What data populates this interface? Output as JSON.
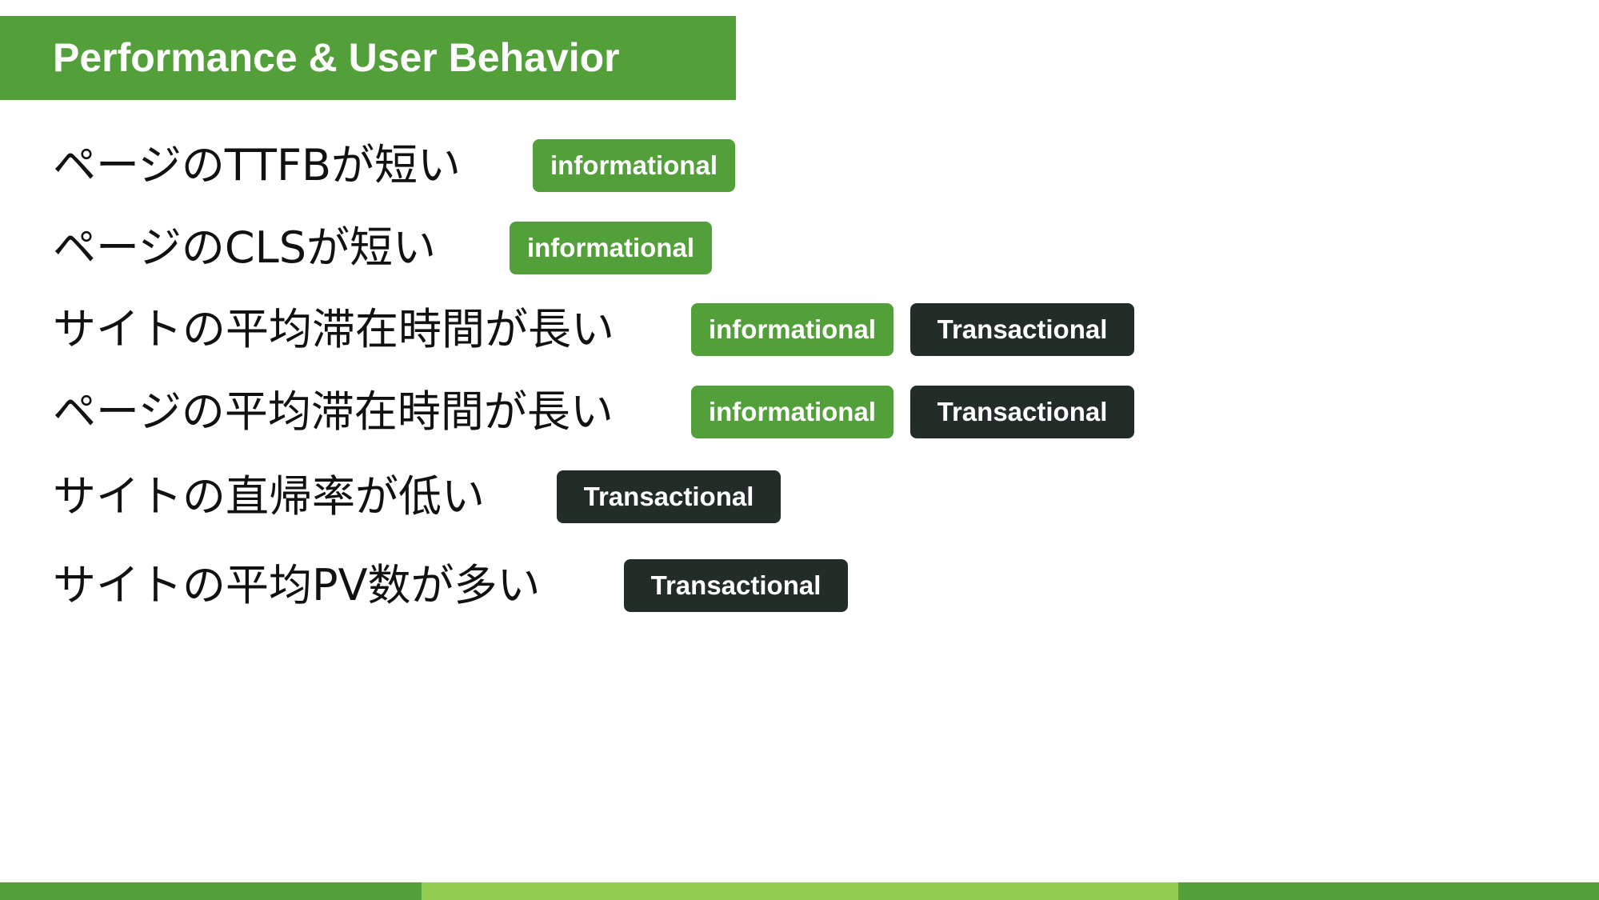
{
  "title": "Performance & User Behavior",
  "colors": {
    "green": "#539f3a",
    "light_green": "#92cf50",
    "dark": "#222d27"
  },
  "rows": [
    {
      "label": "ページのTTFBが短い",
      "tags": [
        "informational"
      ]
    },
    {
      "label": "ページのCLSが短い",
      "tags": [
        "informational"
      ]
    },
    {
      "label": "サイトの平均滞在時間が長い",
      "tags": [
        "informational",
        "Transactional"
      ]
    },
    {
      "label": "ページの平均滞在時間が長い",
      "tags": [
        "informational",
        "Transactional"
      ]
    },
    {
      "label": "サイトの直帰率が低い",
      "tags": [
        "Transactional"
      ]
    },
    {
      "label": "サイトの平均PV数が多い",
      "tags": [
        "Transactional"
      ]
    }
  ]
}
